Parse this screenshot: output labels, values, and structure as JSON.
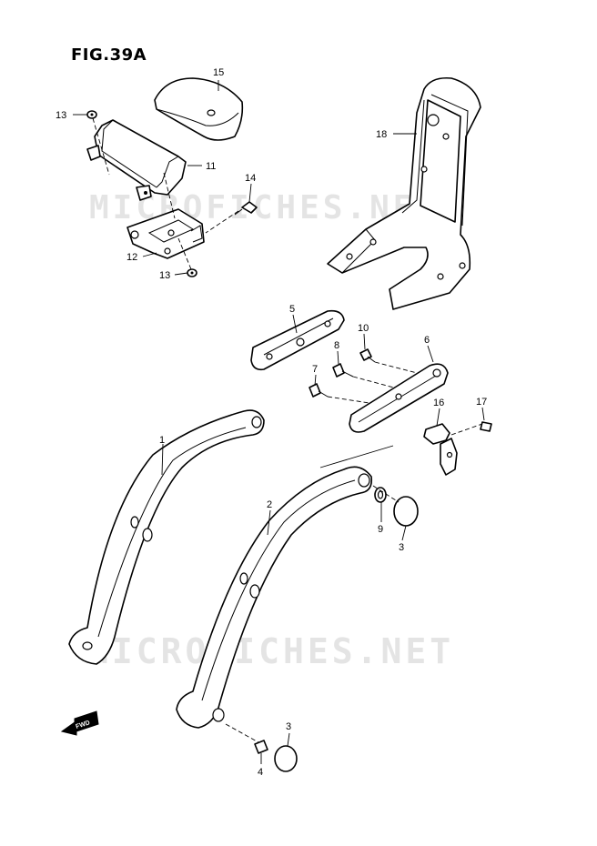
{
  "figure": {
    "title": "FIG.39A"
  },
  "watermarks": [
    "MICROFICHES.NET",
    "MICROFICHES.NET"
  ],
  "fwd_label": "FWD",
  "callouts": [
    {
      "id": "c1",
      "text": "1"
    },
    {
      "id": "c2",
      "text": "2"
    },
    {
      "id": "c3a",
      "text": "3"
    },
    {
      "id": "c3b",
      "text": "3"
    },
    {
      "id": "c4",
      "text": "4"
    },
    {
      "id": "c5",
      "text": "5"
    },
    {
      "id": "c6",
      "text": "6"
    },
    {
      "id": "c7",
      "text": "7"
    },
    {
      "id": "c8",
      "text": "8"
    },
    {
      "id": "c9",
      "text": "9"
    },
    {
      "id": "c10",
      "text": "10"
    },
    {
      "id": "c11",
      "text": "11"
    },
    {
      "id": "c12",
      "text": "12"
    },
    {
      "id": "c13a",
      "text": "13"
    },
    {
      "id": "c13b",
      "text": "13"
    },
    {
      "id": "c14",
      "text": "14"
    },
    {
      "id": "c15",
      "text": "15"
    },
    {
      "id": "c16",
      "text": "16"
    },
    {
      "id": "c17",
      "text": "17"
    },
    {
      "id": "c18",
      "text": "18"
    }
  ]
}
